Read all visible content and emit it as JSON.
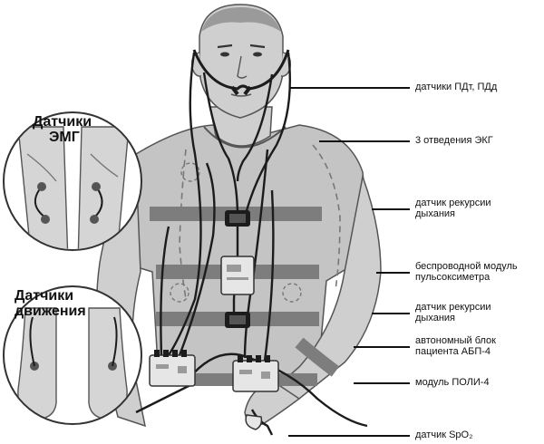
{
  "colors": {
    "skin": "#cfcfcf",
    "shirt": "#c4c4c4",
    "belt": "#7d7d7d",
    "device": "#e6e6e6",
    "cable": "#1c1c1c"
  },
  "icons": [
    "figure-illustration",
    "emg-inset",
    "movement-inset",
    "device-box",
    "clip"
  ],
  "inset_emg": {
    "title_line1": "Датчики",
    "title_line2": "ЭМГ"
  },
  "inset_motion": {
    "title_line1": "Датчики",
    "title_line2": "движения"
  },
  "labels": [
    {
      "id": "pdt",
      "text": "датчики ПДт, ПДд"
    },
    {
      "id": "ekg",
      "text": "3 отведения ЭКГ"
    },
    {
      "id": "resp1a",
      "text": "датчик рекурсии"
    },
    {
      "id": "resp1b",
      "text": "дыхания"
    },
    {
      "id": "oxi_a",
      "text": "беспроводной модуль"
    },
    {
      "id": "oxi_b",
      "text": "пульсоксиметра"
    },
    {
      "id": "resp2a",
      "text": "датчик рекурсии"
    },
    {
      "id": "resp2b",
      "text": "дыхания"
    },
    {
      "id": "abp_a",
      "text": "автономный блок"
    },
    {
      "id": "abp_b",
      "text": "пациента АБП-4"
    },
    {
      "id": "poli",
      "text": "модуль ПОЛИ-4"
    },
    {
      "id": "spo2",
      "text": "датчик SpO₂"
    }
  ]
}
